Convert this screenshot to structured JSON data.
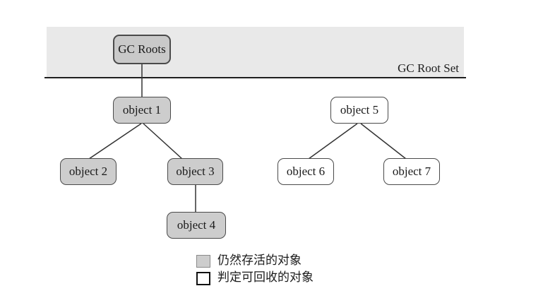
{
  "diagram": {
    "type": "gc-reachability-tree",
    "title_band": {
      "caption": "GC Root Set"
    },
    "nodes": {
      "gcroots": {
        "label": "GC Roots",
        "status": "root"
      },
      "object1": {
        "label": "object 1",
        "status": "alive"
      },
      "object2": {
        "label": "object 2",
        "status": "alive"
      },
      "object3": {
        "label": "object 3",
        "status": "alive"
      },
      "object4": {
        "label": "object 4",
        "status": "alive"
      },
      "object5": {
        "label": "object 5",
        "status": "recyclable"
      },
      "object6": {
        "label": "object 6",
        "status": "recyclable"
      },
      "object7": {
        "label": "object 7",
        "status": "recyclable"
      }
    },
    "edges": [
      {
        "from": "gcroots",
        "to": "object1"
      },
      {
        "from": "object1",
        "to": "object2"
      },
      {
        "from": "object1",
        "to": "object3"
      },
      {
        "from": "object3",
        "to": "object4"
      },
      {
        "from": "object5",
        "to": "object6"
      },
      {
        "from": "object5",
        "to": "object7"
      }
    ],
    "legend": {
      "alive": {
        "label": "仍然存活的对象",
        "swatch_color": "#cdcdcd"
      },
      "recyclable": {
        "label": "判定可回收的对象",
        "swatch_color": "#ffffff"
      }
    },
    "colors": {
      "band_fill": "#e9e9e9",
      "alive_fill": "#cdcdcd",
      "recyclable_fill": "#ffffff",
      "node_border": "#4a4a4a",
      "edge_line": "#333333",
      "band_line": "#1f1f1f"
    }
  }
}
